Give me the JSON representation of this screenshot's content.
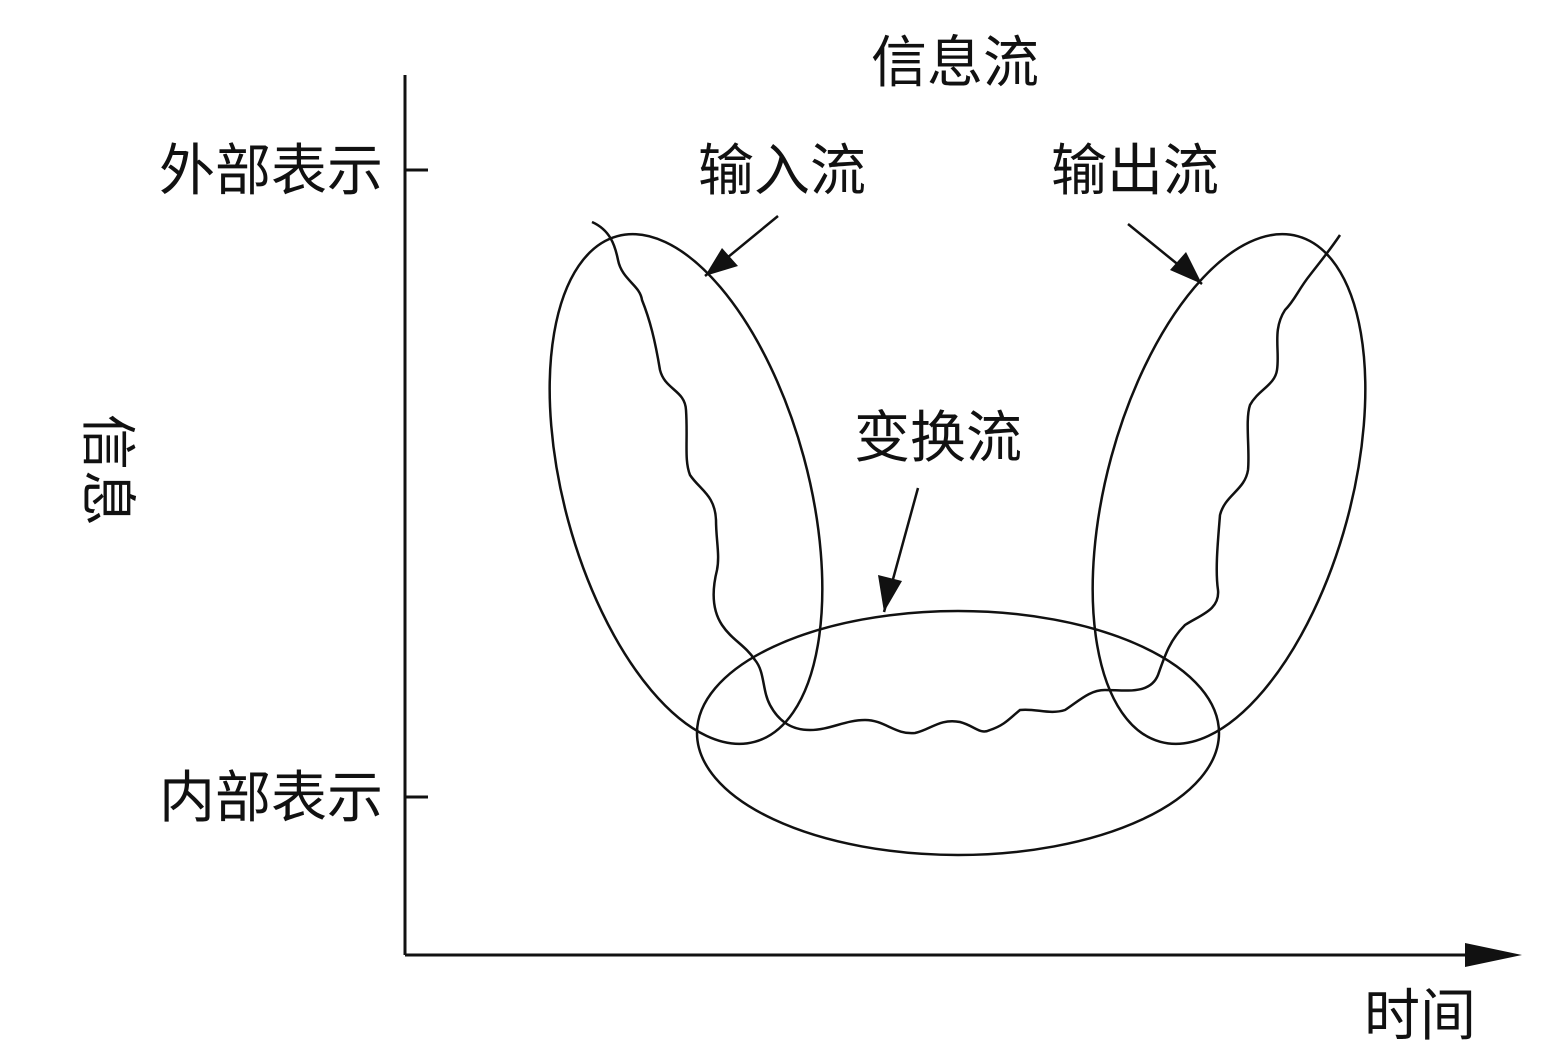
{
  "title": "信息流",
  "y_axis": {
    "label": "信息",
    "ticks": [
      "外部表示",
      "内部表示"
    ]
  },
  "x_axis": {
    "label": "时间"
  },
  "regions": {
    "input_flow": "输入流",
    "output_flow": "输出流",
    "transform_flow": "变换流"
  },
  "colors": {
    "stroke": "#111111",
    "background": "#ffffff"
  }
}
